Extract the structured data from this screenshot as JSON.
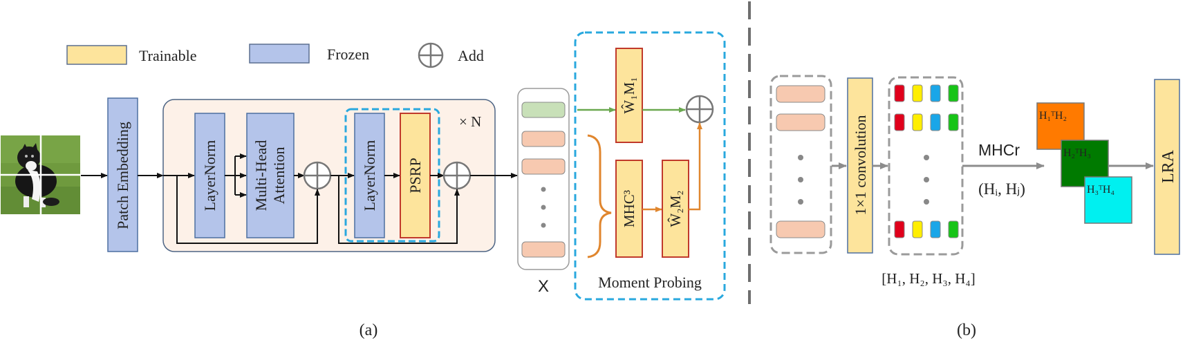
{
  "legend": {
    "trainable": "Trainable",
    "frozen": "Frozen",
    "add": "Add"
  },
  "blocks": {
    "patch_embedding": "Patch Embedding",
    "layernorm_1": "LayerNorm",
    "multi_head_attention_line1": "Multi-Head",
    "multi_head_attention_line2": "Attention",
    "layernorm_2": "LayerNorm",
    "psrp": "PSRP",
    "repeat": "× N"
  },
  "token_label": "X",
  "moment_probing": {
    "label": "Moment Probing",
    "w1m1": "Ŵ₁M₁",
    "mhc3": "MHC³",
    "w2m2": "Ŵ₂M₂"
  },
  "part_b": {
    "conv": "1×1 convolution",
    "mhcr": "MHCr",
    "pair": "(Hᵢ, Hⱼ)",
    "heads": "[H₁, H₂, H₃, H₄]",
    "h12": "H₁ᵀH₂",
    "h23": "H₂ᵀH₃",
    "h34": "H₃ᵀH₄",
    "lra": "LRA"
  },
  "captions": {
    "a": "(a)",
    "b": "(b)"
  },
  "colors": {
    "trainable": "#fde49c",
    "frozen": "#b4c4ea",
    "token_salmon": "#f7c9b0",
    "token_green": "#c8e0b8",
    "encoder_bg": "#fdf1e8",
    "blue_dash": "#29a8de",
    "orange": "#e0862e",
    "green_arrow": "#6aa84f",
    "red": "#e0001b",
    "yellow": "#ffee00",
    "cyan": "#1aa6e8",
    "green": "#17c417",
    "h12": "#ff7a00",
    "h23": "#007a00",
    "h34": "#00f0f0"
  }
}
